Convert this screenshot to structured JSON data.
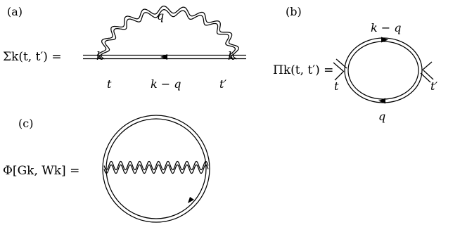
{
  "panels": {
    "a": {
      "tag": "(a)",
      "equation": "Σk(t, t′) =",
      "label_q": "q",
      "label_k_left": "k",
      "label_k_right": "k",
      "label_t": "t",
      "label_kq": "k − q",
      "label_tprime": "t′"
    },
    "b": {
      "tag": "(b)",
      "equation": "Πk(t, t′) =",
      "label_kq": "k − q",
      "label_q": "q",
      "label_t": "t",
      "label_tprime": "t′"
    },
    "c": {
      "tag": "(c)",
      "equation": "Φ[Gk, Wk] ="
    }
  }
}
